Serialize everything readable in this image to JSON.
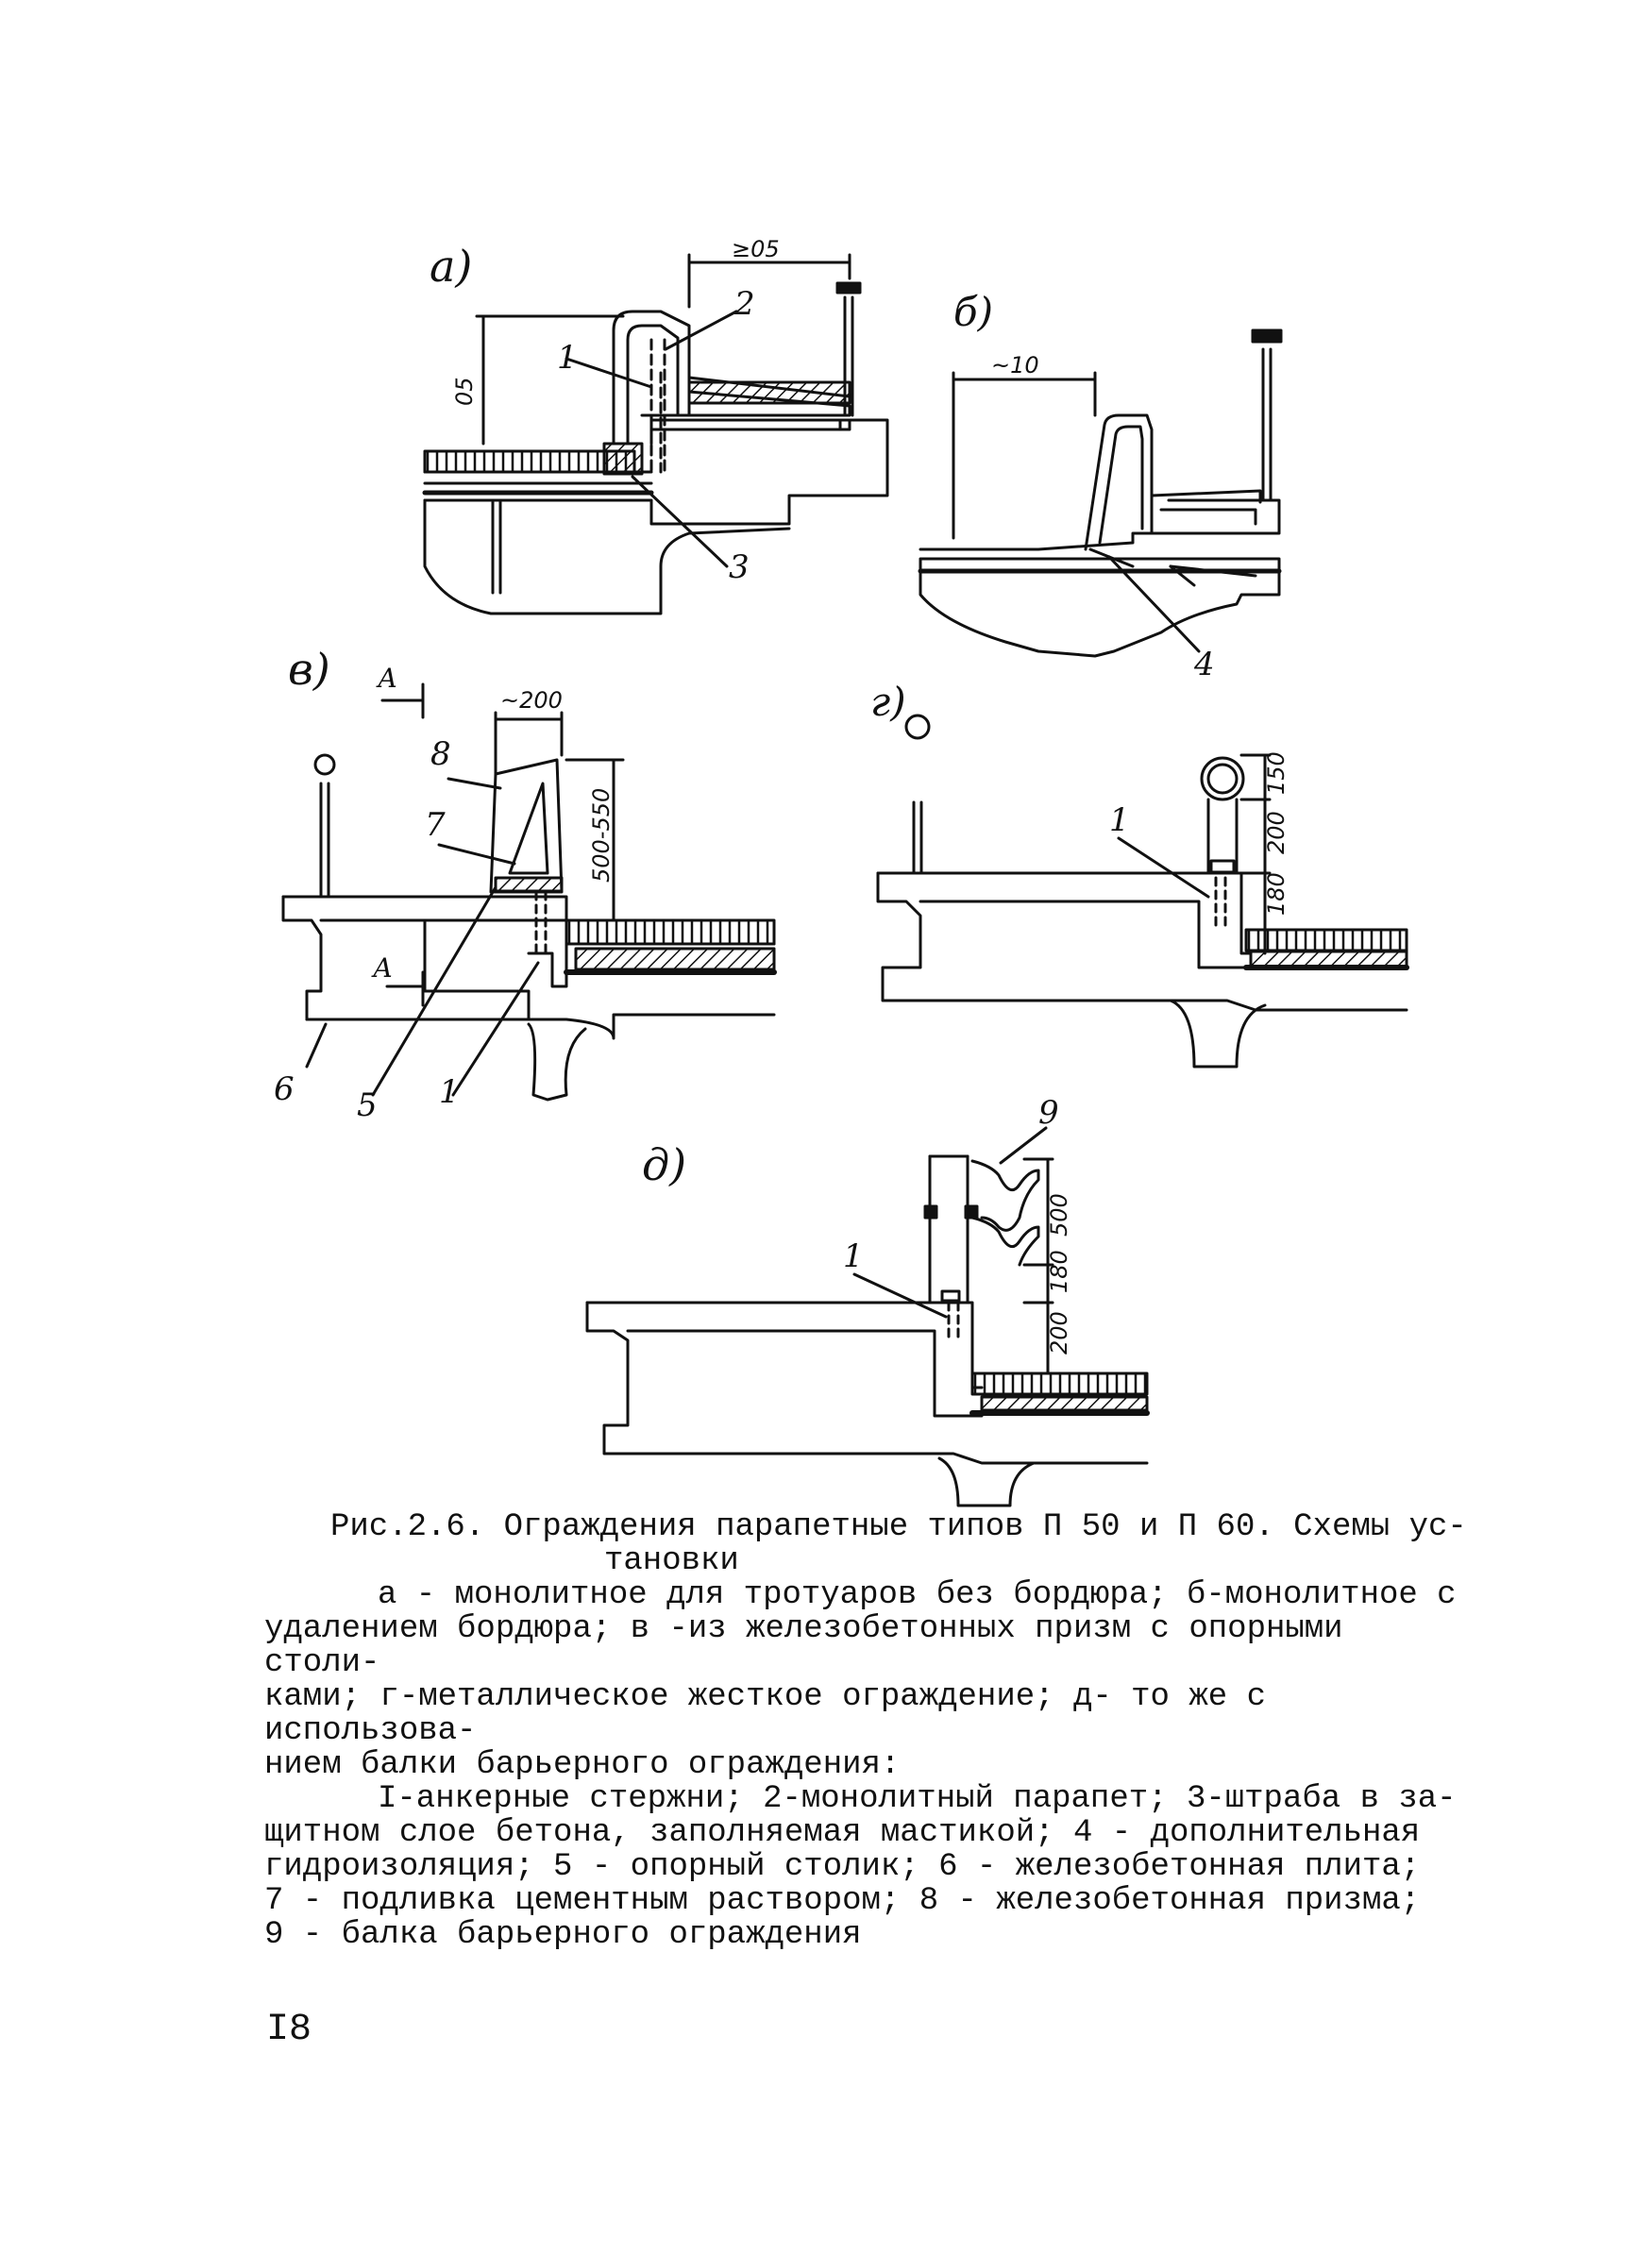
{
  "figure": {
    "panels": {
      "a": "а)",
      "b": "б)",
      "v": "в)",
      "g": "г)",
      "d": "д)"
    },
    "dims": {
      "a_top": "≥05",
      "a_height": "05",
      "b_width": "~10",
      "v_width": "~200",
      "v_height": "500-550",
      "g_1": "150",
      "g_2": "200",
      "g_3": "180",
      "d_1": "500",
      "d_2": "180",
      "d_3": "200"
    },
    "callouts": {
      "a1": "1",
      "a2": "2",
      "a3": "3",
      "b4": "4",
      "v8": "8",
      "v7": "7",
      "v6": "6",
      "v5": "5",
      "v1": "1",
      "vA1": "А",
      "vA2": "А",
      "g1": "1",
      "d1": "1",
      "d9": "9"
    }
  },
  "caption": {
    "title_line1": "Рис.2.6. Ограждения парапетные типов П 50 и П 60. Схемы ус-",
    "title_line2": "тановки",
    "para1_line1": "а - монолитное для тротуаров без бордюра; б-монолитное с",
    "para1_line2": "удалением бордюра; в -из железобетонных призм с опорными столи-",
    "para1_line3": "ками; г-металлическое жесткое ограждение; д- то же с использова-",
    "para1_line4": "нием балки барьерного ограждения:",
    "para2_line1": "I-анкерные стержни; 2-монолитный парапет; 3-штраба в за-",
    "para2_line2": "щитном слое бетона, заполняемая мастикой; 4 - дополнительная",
    "para2_line3": "гидроизоляция; 5 - опорный столик; 6 - железобетонная плита;",
    "para2_line4": "7 - подливка цементным раствором; 8 - железобетонная призма;",
    "para2_line5": "9 - балка барьерного ограждения"
  },
  "page_number": "I8"
}
